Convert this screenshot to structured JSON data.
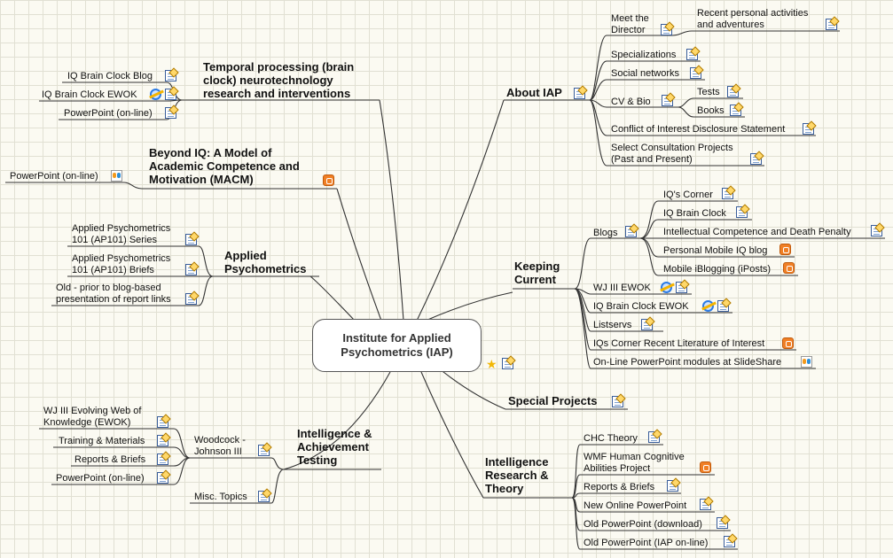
{
  "center": {
    "title": "Institute for Applied Psychometrics (IAP)"
  },
  "branches": {
    "about": {
      "title": "About IAP",
      "children": [
        "Meet the Director",
        "Recent personal activities and adventures",
        "Specializations",
        "Social networks",
        "CV & Bio",
        "Tests",
        "Books",
        "Conflict of Interest Disclosure Statement",
        "Select Consultation Projects (Past and Present)"
      ]
    },
    "current": {
      "title": "Keeping Current",
      "blogs": "Blogs",
      "blog_items": [
        "IQ's Corner",
        "IQ Brain Clock",
        "Intellectual Competence and Death Penalty",
        "Personal Mobile IQ blog",
        "Mobile iBlogging (iPosts)"
      ],
      "items": [
        "WJ III EWOK",
        "IQ Brain Clock EWOK",
        "Listservs",
        "IQs Corner Recent Literature of Interest",
        "On-Line PowerPoint modules at SlideShare"
      ]
    },
    "special": {
      "title": "Special Projects"
    },
    "theory": {
      "title": "Intelligence Research & Theory",
      "items": [
        "CHC Theory",
        "WMF Human Cognitive Abilities Project",
        "Reports & Briefs",
        "New Online PowerPoint",
        "Old PowerPoint (download)",
        "Old PowerPoint (IAP on-line)"
      ]
    },
    "testing": {
      "title": "Intelligence & Achievement Testing",
      "wj": "Woodcock - Johnson III",
      "wj_items": [
        "WJ III Evolving Web of Knowledge (EWOK)",
        "Training & Materials",
        "Reports & Briefs",
        "PowerPoint (on-line)"
      ],
      "misc": "Misc. Topics"
    },
    "applied": {
      "title": "Applied Psychometrics",
      "items": [
        "Applied Psychometrics 101 (AP101) Series",
        "Applied Psychometrics 101 (AP101) Briefs",
        "Old - prior to blog-based presentation of report links"
      ]
    },
    "macm": {
      "title": "Beyond IQ:  A Model of Academic Competence and Motivation (MACM)",
      "items": [
        "PowerPoint (on-line)"
      ]
    },
    "temporal": {
      "title": "Temporal processing (brain clock) neurotechnology research and interventions",
      "items": [
        "IQ Brain Clock Blog",
        "IQ Brain Clock EWOK",
        "PowerPoint (on-line)"
      ]
    }
  },
  "lines": {
    "wj1a": "WJ III Evolving Web of",
    "wj1b": "Knowledge (EWOK)",
    "wjA": "Woodcock -",
    "wjB": "Johnson III",
    "ap1a": "Applied Psychometrics",
    "ap1b": "101 (AP101) Series",
    "ap2a": "Applied Psychometrics",
    "ap2b": "101 (AP101) Briefs",
    "ap3a": "Old - prior to blog-based",
    "ap3b": "presentation of report links",
    "macm1": "Beyond IQ:  A Model of",
    "macm2": "Academic Competence and",
    "macm3": "Motivation (MACM)",
    "tp1": "Temporal processing (brain",
    "tp2": "clock) neurotechnology",
    "tp3": "research and interventions",
    "ctr1": "Institute for Applied",
    "ctr2": "Psychometrics (IAP)",
    "md1": "Meet the",
    "md2": "Director",
    "rp1": "Recent personal activities",
    "rp2": "and adventures",
    "sc1": "Select Consultation Projects",
    "sc2": "(Past and Present)",
    "kc1": "Keeping",
    "kc2": "Current",
    "ir1": "Intelligence",
    "ir2": "Research &",
    "ir3": "Theory",
    "wm1": "WMF Human Cognitive",
    "wm2": "Abilities Project",
    "ia1": "Intelligence &",
    "ia2": "Achievement",
    "ia3": "Testing",
    "apt1": "Applied",
    "apt2": "Psychometrics"
  },
  "colors": {
    "line": "#333333",
    "blog": "#f07f25",
    "grid": "#e1e0d3"
  }
}
